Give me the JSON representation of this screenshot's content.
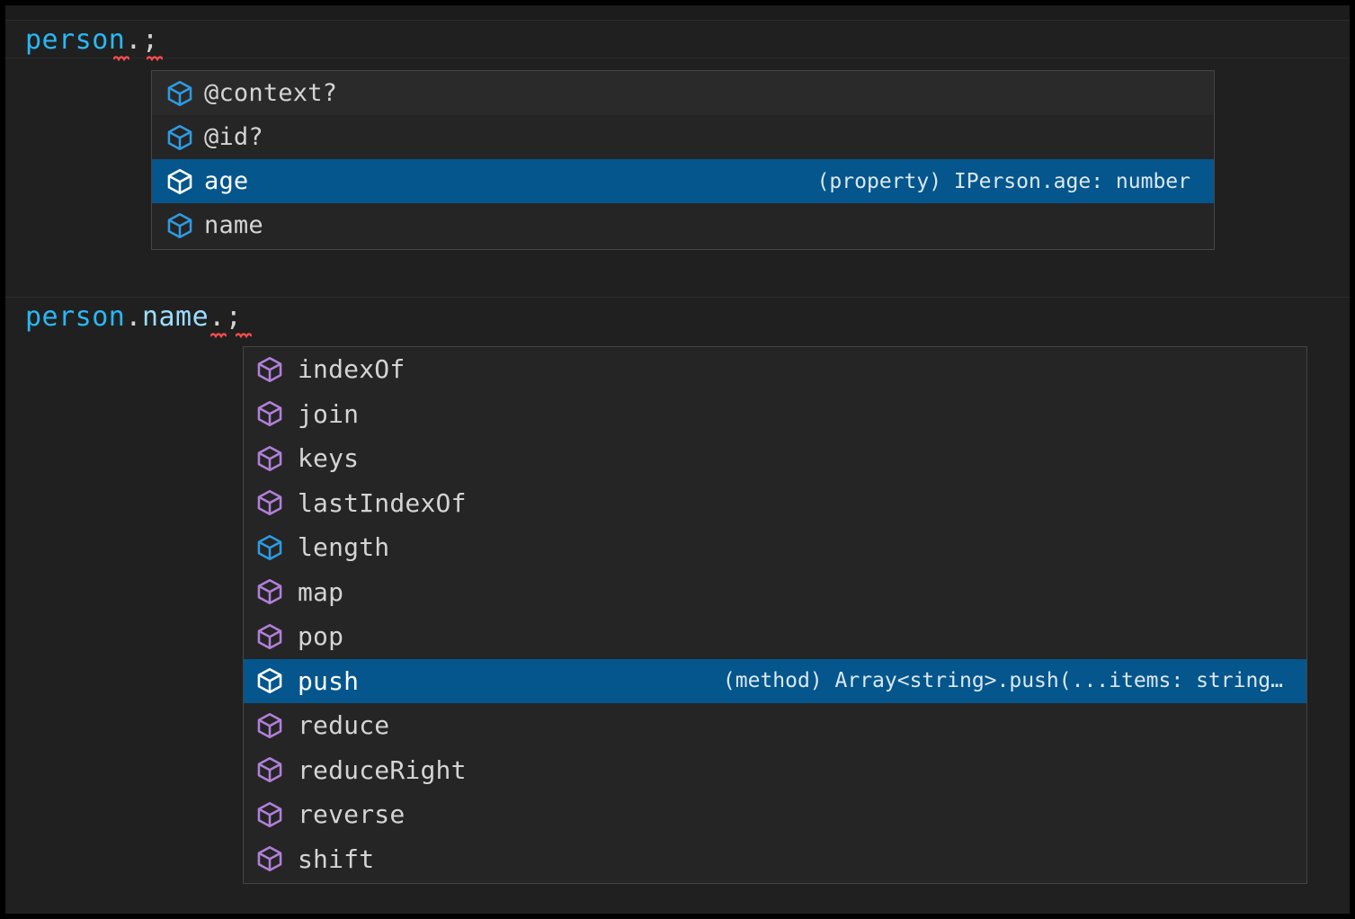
{
  "editor": {
    "lines": [
      {
        "id": "line-1",
        "text": "person.;",
        "segments": [
          {
            "text": "person",
            "kind": "variable"
          },
          {
            "text": ".",
            "kind": "punct"
          },
          {
            "text": ";",
            "kind": "punct"
          }
        ]
      },
      {
        "id": "line-2",
        "text": "person.name.;",
        "segments": [
          {
            "text": "person",
            "kind": "variable"
          },
          {
            "text": ".",
            "kind": "punct"
          },
          {
            "text": "name",
            "kind": "property"
          },
          {
            "text": ".",
            "kind": "punct"
          },
          {
            "text": ";",
            "kind": "punct"
          }
        ]
      }
    ],
    "error_marker_color": "#F14C4C"
  },
  "colors": {
    "background": "#202020",
    "popup_background": "#252526",
    "popup_border": "#454545",
    "selection": "#04568C",
    "text": "#D4D4D4",
    "variable_blue": "#29B8F3",
    "property_blue": "#9CDCFE",
    "icon_property": "#2F9BE0",
    "icon_method": "#B180D7",
    "icon_selected": "#FFFFFF"
  },
  "popup_members": {
    "name": "completion-list-person",
    "items": [
      {
        "label": "@context?",
        "icon": "cube-property-icon",
        "icon_kind": "property",
        "selected": false,
        "detail": ""
      },
      {
        "label": "@id?",
        "icon": "cube-property-icon",
        "icon_kind": "property",
        "selected": false,
        "detail": ""
      },
      {
        "label": "age",
        "icon": "cube-property-icon",
        "icon_kind": "property",
        "selected": true,
        "detail": "(property) IPerson.age: number"
      },
      {
        "label": "name",
        "icon": "cube-property-icon",
        "icon_kind": "property",
        "selected": false,
        "detail": ""
      }
    ]
  },
  "popup_array_members": {
    "name": "completion-list-person-name",
    "items": [
      {
        "label": "indexOf",
        "icon": "cube-method-icon",
        "icon_kind": "method",
        "selected": false,
        "detail": ""
      },
      {
        "label": "join",
        "icon": "cube-method-icon",
        "icon_kind": "method",
        "selected": false,
        "detail": ""
      },
      {
        "label": "keys",
        "icon": "cube-method-icon",
        "icon_kind": "method",
        "selected": false,
        "detail": ""
      },
      {
        "label": "lastIndexOf",
        "icon": "cube-method-icon",
        "icon_kind": "method",
        "selected": false,
        "detail": ""
      },
      {
        "label": "length",
        "icon": "cube-property-icon",
        "icon_kind": "property",
        "selected": false,
        "detail": ""
      },
      {
        "label": "map",
        "icon": "cube-method-icon",
        "icon_kind": "method",
        "selected": false,
        "detail": ""
      },
      {
        "label": "pop",
        "icon": "cube-method-icon",
        "icon_kind": "method",
        "selected": false,
        "detail": ""
      },
      {
        "label": "push",
        "icon": "cube-method-icon",
        "icon_kind": "method",
        "selected": true,
        "detail": "(method) Array<string>.push(...items: string…"
      },
      {
        "label": "reduce",
        "icon": "cube-method-icon",
        "icon_kind": "method",
        "selected": false,
        "detail": ""
      },
      {
        "label": "reduceRight",
        "icon": "cube-method-icon",
        "icon_kind": "method",
        "selected": false,
        "detail": ""
      },
      {
        "label": "reverse",
        "icon": "cube-method-icon",
        "icon_kind": "method",
        "selected": false,
        "detail": ""
      },
      {
        "label": "shift",
        "icon": "cube-method-icon",
        "icon_kind": "method",
        "selected": false,
        "detail": ""
      }
    ]
  }
}
